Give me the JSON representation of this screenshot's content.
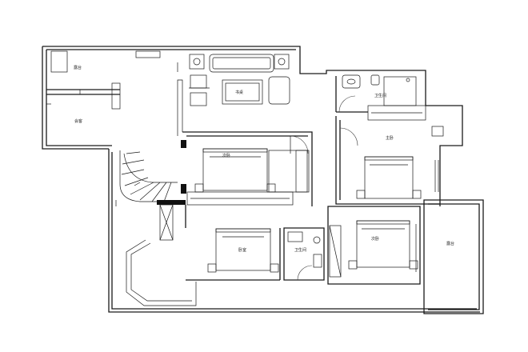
{
  "plan": {
    "rooms": {
      "terrace_top": "露台",
      "hall": "会客",
      "study_table": "书桌",
      "bedroom_a": "次卧",
      "bath_top": "卫生间",
      "bedroom_b": "主卧",
      "bedroom_c": "卧室",
      "bath_mid": "卫生间",
      "bedroom_d": "次卧",
      "terrace_right": "露台"
    }
  }
}
